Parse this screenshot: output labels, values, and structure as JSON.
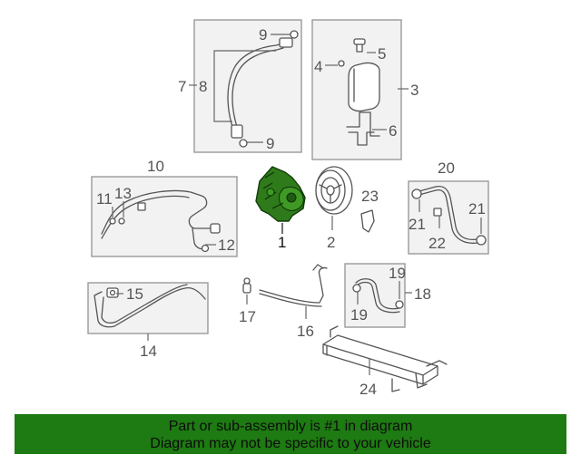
{
  "diagram": {
    "callouts": {
      "c1": "1",
      "c2": "2",
      "c3": "3",
      "c4": "4",
      "c5": "5",
      "c6": "6",
      "c7": "7",
      "c8": "8",
      "c9a": "9",
      "c9b": "9",
      "c10": "10",
      "c11": "11",
      "c12": "12",
      "c13": "13",
      "c14": "14",
      "c15": "15",
      "c16": "16",
      "c17": "17",
      "c18": "18",
      "c19a": "19",
      "c19b": "19",
      "c20": "20",
      "c21a": "21",
      "c21b": "21",
      "c22": "22",
      "c23": "23",
      "c24": "24"
    },
    "highlight_color": "#2f7a1a"
  },
  "banner": {
    "line1": "Part or sub-assembly is #1 in diagram",
    "line2": "Diagram may not be specific to your vehicle",
    "background": "#1e7a12"
  }
}
